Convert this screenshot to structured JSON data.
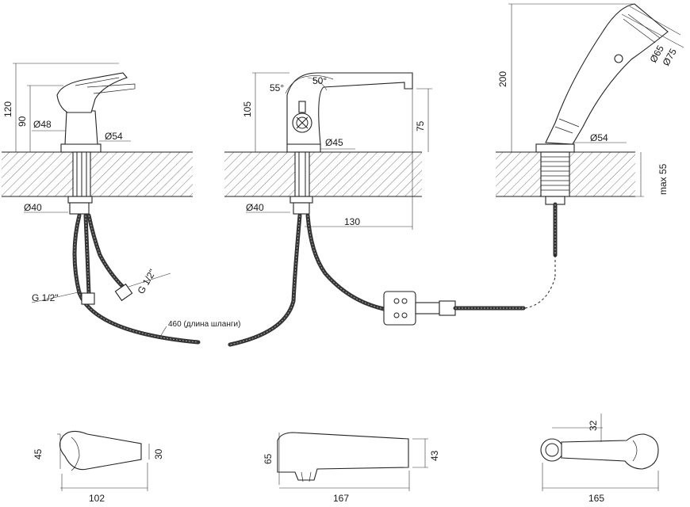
{
  "labels": {
    "h120": "120",
    "h90": "90",
    "d48": "Ø48",
    "d54_left": "Ø54",
    "d40_left": "Ø40",
    "g12_left": "G 1/2\"",
    "g12_right": "G 1/2\"",
    "hose_len": "460 (длина шланги)",
    "h105": "105",
    "a55": "55°",
    "a50": "50°",
    "h75": "75",
    "d45": "Ø45",
    "d40_mid": "Ø40",
    "w130": "130",
    "h200": "200",
    "d65": "Ø65",
    "d75": "Ø75",
    "d54_right": "Ø54",
    "max55": "max 55",
    "h45": "45",
    "h30": "30",
    "w102": "102",
    "h65": "65",
    "h43": "43",
    "w167": "167",
    "h32": "32",
    "w165": "165"
  }
}
